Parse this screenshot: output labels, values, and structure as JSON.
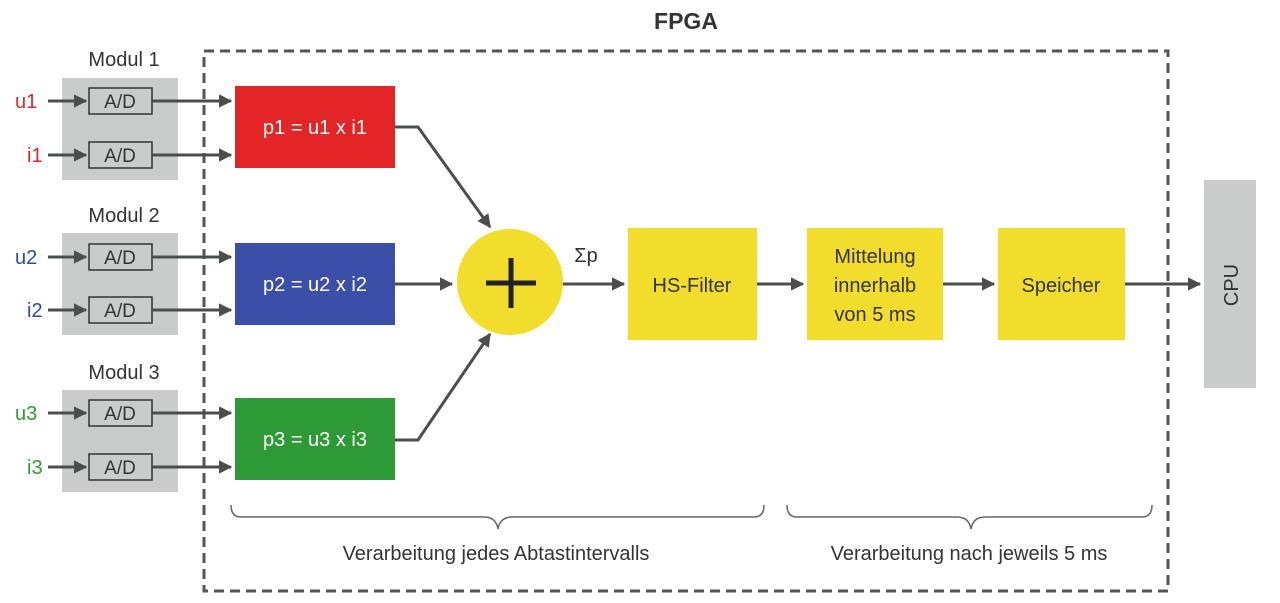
{
  "fpga": {
    "title": "FPGA"
  },
  "modules": [
    {
      "title": "Modul 1",
      "inputs": [
        {
          "signal": "u1",
          "adc": "A/D",
          "color": "#e3262b"
        },
        {
          "signal": "i1",
          "adc": "A/D",
          "color": "#e3262b"
        }
      ],
      "product": {
        "label": "p1 = u1 x i1",
        "color": "#e32525"
      }
    },
    {
      "title": "Modul 2",
      "inputs": [
        {
          "signal": "u2",
          "adc": "A/D",
          "color": "#2b4aa8"
        },
        {
          "signal": "i2",
          "adc": "A/D",
          "color": "#2b4aa8"
        }
      ],
      "product": {
        "label": "p2 = u2 x i2",
        "color": "#3c4fa8"
      }
    },
    {
      "title": "Modul 3",
      "inputs": [
        {
          "signal": "u3",
          "adc": "A/D",
          "color": "#2f9a2f"
        },
        {
          "signal": "i3",
          "adc": "A/D",
          "color": "#2f9a2f"
        }
      ],
      "product": {
        "label": "p3 = u3 x i3",
        "color": "#2e9a35"
      }
    }
  ],
  "summer": {
    "symbol": "+",
    "output_label": "Σp",
    "color": "#f2dd2c"
  },
  "pipeline": {
    "hs_filter": "HS-Filter",
    "averaging": [
      "Mittelung",
      "innerhalb",
      "von 5 ms"
    ],
    "memory": "Speicher",
    "block_color": "#f2dd2c"
  },
  "cpu": {
    "label": "CPU",
    "color": "#c9ccca"
  },
  "braces": {
    "left": "Verarbeitung jedes Abtastintervalls",
    "right": "Verarbeitung nach jeweils 5 ms"
  },
  "colors": {
    "module_bg": "#c9ccca",
    "arrow": "#4a4f4d",
    "text": "#333333"
  }
}
